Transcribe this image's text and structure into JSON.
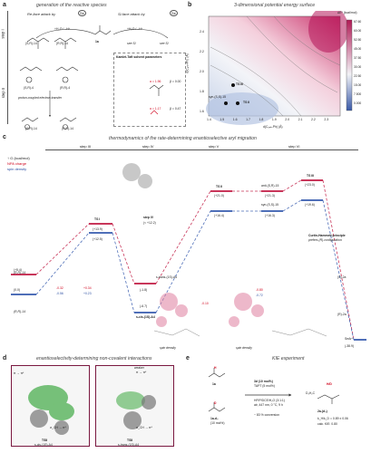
{
  "panel_a": {
    "label": "a",
    "title": "generation of the reactive species",
    "step1": "step I",
    "step2": "step II",
    "re_face": "Re-face attack by",
    "si_face": "Si-face attack by",
    "se": "Se",
    "add_h": "+H₂O / –H⁺",
    "see_si": "see SI",
    "intermediate": "1a",
    "s_r_14": "(S,R)-14",
    "r_r_14": "(R,R)-14",
    "s_r_4": "(S,R)-4",
    "r_r_4": "(R,R)-4",
    "pcet": "proton-coupled electron transfer",
    "pcet_h": "–H⁺",
    "kt_title": "Kamlet-Taft solvent parameters",
    "kt_rows": [
      {
        "alpha": "α = 1.96",
        "beta": "β = 0.00"
      },
      {
        "alpha": "α = 1.17",
        "beta": "β = 0.47"
      }
    ]
  },
  "panel_b": {
    "label": "b",
    "title": "3-dimensional potential energy surface",
    "colorbar_title": "ΔE* (kcal/mol)",
    "colorbar_ticks": [
      "67.60",
      "60.00",
      "52.50",
      "45.00",
      "37.50",
      "30.00",
      "22.50",
      "15.00",
      "7.500",
      "0.000"
    ],
    "ylabel": "d(C₈ₙₕ-Ph) (Å)",
    "xlabel": "d(C₈ₙₕ-Ph) (Å)",
    "yticks": [
      "2.4",
      "2.2",
      "2.0",
      "1.8",
      "1.6"
    ],
    "xticks": [
      "1.4",
      "1.5",
      "1.6",
      "1.7",
      "1.8",
      "1.9",
      "2.0",
      "2.1",
      "2.2",
      "2.3"
    ],
    "points": [
      {
        "label": "TS III"
      },
      {
        "label": "syn-(S,S)-15"
      },
      {
        "label": "TS II"
      }
    ]
  },
  "panel_c": {
    "label": "c",
    "title": "thermodynamics of the rate-determining enantioselective aryl migration",
    "steps": [
      "step III",
      "step IV",
      "step V",
      "step VI"
    ],
    "legend": [
      {
        "text": "G (kcal/mol)",
        "color": "#222222"
      },
      {
        "text": "NPA charge",
        "color": "#d0021b"
      },
      {
        "text": "spin density",
        "color": "#2b4ea2"
      }
    ],
    "species": [
      {
        "name": "(R,R)-14",
        "g_upper": "(+5.4)",
        "g_lower": "(0.0)"
      },
      {
        "name": "(R,R)-14"
      },
      {
        "name": "TS I",
        "g_upper": "(+13.9)",
        "g_lower": "(+12.5)"
      },
      {
        "name": "step IV",
        "g": "(< +12.2)"
      },
      {
        "name": "s-cis-(1S)-A4",
        "g_upper": "(-1.8)",
        "g_lower": "(-6.7)"
      },
      {
        "name": "s-trans-(1S)-A4"
      },
      {
        "name": "TS II",
        "g_upper": "(+21.0)",
        "g_lower": "(+16.4)"
      },
      {
        "name": "anti-(S,R)-15",
        "g_upper": "(+21.3)"
      },
      {
        "name": "syn-(S,S)-15",
        "g_lower": "(+16.3)"
      },
      {
        "name": "TS III",
        "g_upper": "(+23.0)",
        "g_lower": "(+19.6)"
      },
      {
        "name": "(S)-2a"
      },
      {
        "name": "(R)-2a",
        "g": "(-38.9)"
      }
    ],
    "charges": [
      "-0.32",
      "-0.56",
      "+0.34",
      "+0.23",
      "-0.10",
      "-0.80",
      "-0.72"
    ],
    "curtin": "Curtin-Hammett principle",
    "curtin2": "prefers (R)-configuration",
    "spin_density": "spin density",
    "sear": "SeAr*"
  },
  "panel_d": {
    "label": "d",
    "title": "enantioselectivity-determining non-covalent interactions",
    "left_caption_top": "TSII",
    "left_caption_bottom": "s-cis-(1S)-A4",
    "right_caption_top": "TSII",
    "right_caption_bottom": "s-trans-(1S)-A4",
    "weaker": "weaker",
    "pi_pi": "π → π*",
    "sigma_pi": "σ_CH → π*"
  },
  "panel_e": {
    "label": "e",
    "title": "KIE experiment",
    "reagent1": "1a",
    "reagent2": "1a-d₃",
    "equiv": "(10 mol%)",
    "conditions": [
      "3d (10 mol%)",
      "TAPT (5 mol%)",
      "HFIP/DCE/H₂O (3:1:1)",
      "air, 447 nm, 0 °C, 9 h"
    ],
    "conversion": "~ 83 % conversion",
    "product": "2a-(d₃)",
    "kh_kd": "k_H/k_D = 0.89 ± 0.06",
    "calc": "calc. KIE: 0.80",
    "h": "H",
    "d": "D",
    "prefix": "D₃H₂C"
  }
}
